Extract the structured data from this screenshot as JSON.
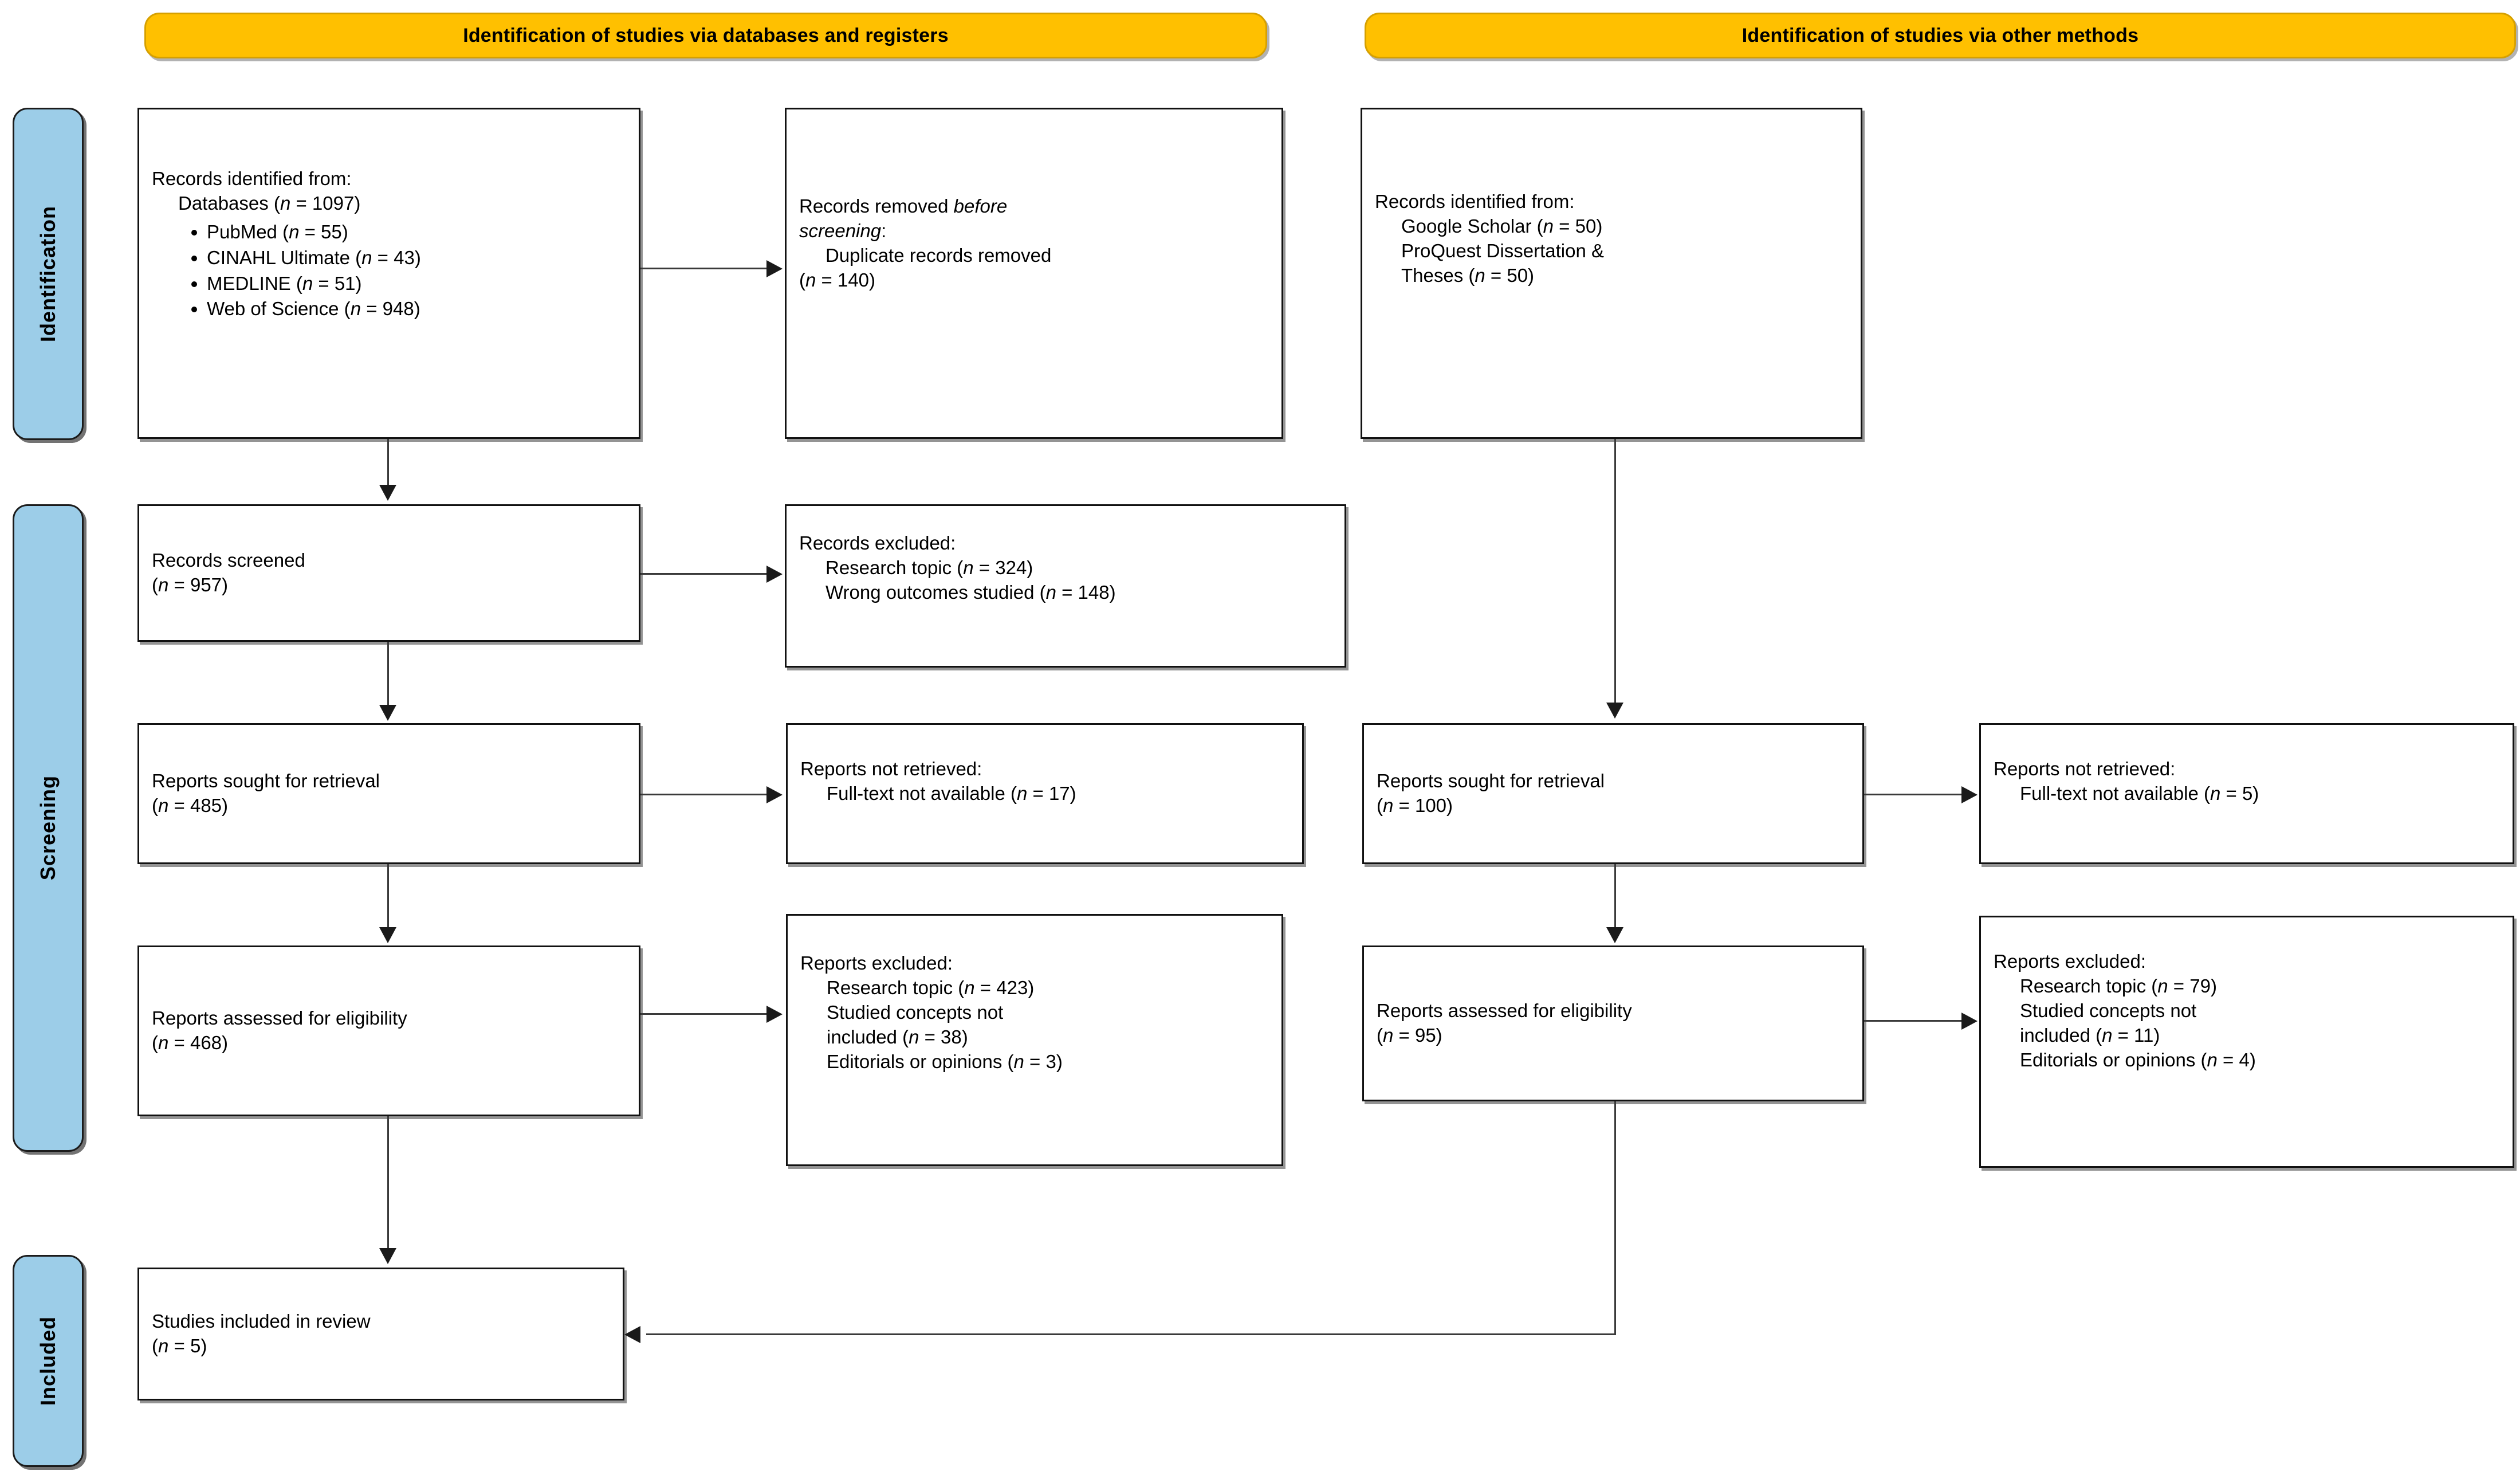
{
  "figure": {
    "type": "prisma-flow-diagram",
    "colors": {
      "header_fill": "#FFC000",
      "header_border": "#D6A000",
      "phase_fill": "#9CCDE8",
      "box_border": "#111111",
      "connector": "#3A3A3A",
      "text": "#000000",
      "background": "#FFFFFF"
    }
  },
  "headers": {
    "databases": "Identification of studies via databases and registers",
    "other": "Identification of studies via other methods"
  },
  "phases": {
    "identification": "Identification",
    "screening": "Screening",
    "included": "Included"
  },
  "databases_column": {
    "identified": {
      "line1": "Records identified from:",
      "line2_label": "Databases (",
      "line2_n": "n",
      "line2_value": " = 1097)",
      "sources": [
        {
          "label": "PubMed (",
          "n": "n",
          "value": " = 55)"
        },
        {
          "label": "CINAHL Ultimate (",
          "n": "n",
          "value": " = 43)"
        },
        {
          "label": "MEDLINE (",
          "n": "n",
          "value": " = 51)"
        },
        {
          "label": "Web of Science (",
          "n": "n",
          "value": " = 948)"
        }
      ]
    },
    "removed": {
      "line1a": "Records removed ",
      "line1b": "before",
      "line2a": "screening",
      "line2b": ":",
      "line3": "Duplicate records removed",
      "line4_open": "(",
      "line4_n": "n",
      "line4_value": " = 140)"
    },
    "screened": {
      "line1": "Records screened",
      "line2_open": "(",
      "line2_n": "n",
      "line2_value": " = 957)"
    },
    "records_excluded": {
      "line1": "Records excluded:",
      "items": [
        {
          "label": "Research topic (",
          "n": "n",
          "value": " = 324)"
        },
        {
          "label": "Wrong outcomes studied (",
          "n": "n",
          "value": " = 148)"
        }
      ]
    },
    "sought": {
      "line1": "Reports sought for retrieval",
      "line2_open": "(",
      "line2_n": "n",
      "line2_value": " = 485)"
    },
    "not_retrieved": {
      "line1": "Reports not retrieved:",
      "items": [
        {
          "label": "Full-text not available (",
          "n": "n",
          "value": " = 17)"
        }
      ]
    },
    "assessed": {
      "line1": "Reports assessed for eligibility",
      "line2_open": "(",
      "line2_n": "n",
      "line2_value": " = 468)"
    },
    "reports_excluded": {
      "line1": "Reports excluded:",
      "items": [
        {
          "label": "Research topic (",
          "n": "n",
          "value": " = 423)"
        },
        {
          "label": "Studied concepts not",
          "n": "",
          "value": ""
        },
        {
          "label": "included (",
          "n": "n",
          "value": " = 38)"
        },
        {
          "label": "Editorials or opinions (",
          "n": "n",
          "value": " = 3)"
        }
      ]
    }
  },
  "other_column": {
    "identified": {
      "line1": "Records identified from:",
      "items": [
        {
          "label": "Google Scholar (",
          "n": "n",
          "value": " = 50)"
        },
        {
          "label": "ProQuest Dissertation &",
          "n": "",
          "value": ""
        },
        {
          "label": "Theses (",
          "n": "n",
          "value": " = 50)"
        }
      ]
    },
    "sought": {
      "line1": "Reports sought for retrieval",
      "line2_open": "(",
      "line2_n": "n",
      "line2_value": " = 100)"
    },
    "not_retrieved": {
      "line1": "Reports not retrieved:",
      "items": [
        {
          "label": "Full-text not available (",
          "n": "n",
          "value": " = 5)"
        }
      ]
    },
    "assessed": {
      "line1": "Reports assessed for eligibility",
      "line2_open": "(",
      "line2_n": "n",
      "line2_value": " = 95)"
    },
    "reports_excluded": {
      "line1": "Reports excluded:",
      "items": [
        {
          "label": "Research topic (",
          "n": "n",
          "value": " = 79)"
        },
        {
          "label": "Studied concepts not",
          "n": "",
          "value": ""
        },
        {
          "label": "included (",
          "n": "n",
          "value": " = 11)"
        },
        {
          "label": "Editorials or opinions (",
          "n": "n",
          "value": " = 4)"
        }
      ]
    }
  },
  "included_box": {
    "line1": "Studies included in review",
    "line2_open": "(",
    "line2_n": "n",
    "line2_value": " = 5)"
  }
}
